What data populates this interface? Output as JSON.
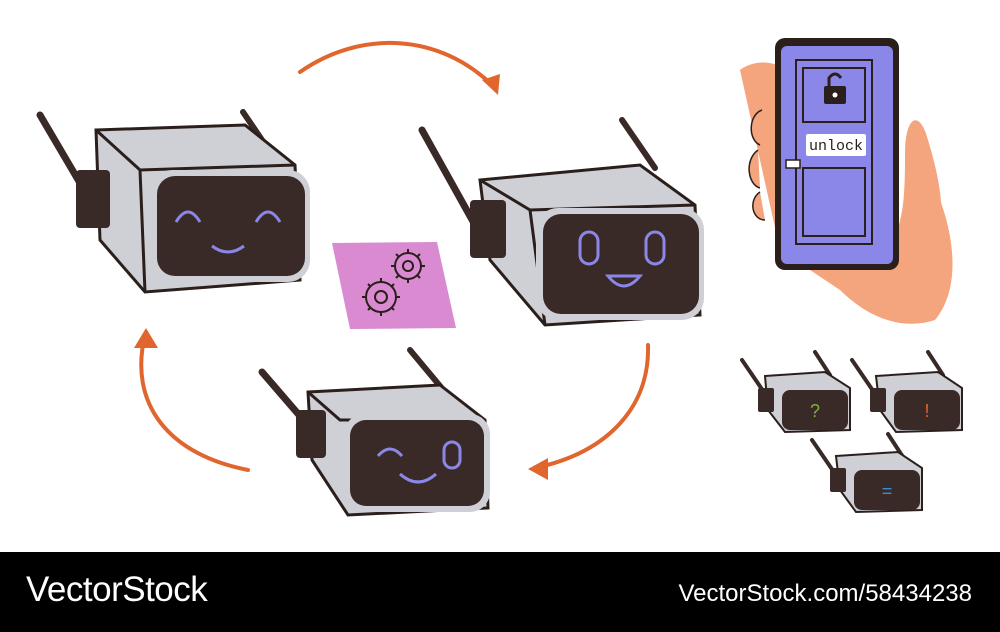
{
  "illustration": {
    "phone": {
      "lock_field_label": "unlock"
    },
    "mini_robots": [
      {
        "symbol": "?",
        "color": "#7fb23a"
      },
      {
        "symbol": "!",
        "color": "#e0662e"
      },
      {
        "symbol": "=",
        "color": "#3a8fd0"
      }
    ],
    "gear_card_icon": "gears-icon",
    "cycle_arrow_color": "#e0662e"
  },
  "colors": {
    "robot_body": "#cfcfd6",
    "robot_outline": "#2b1f1c",
    "robot_face": "#3a2a27",
    "robot_features": "#8b87e8",
    "phone_screen": "#8b87e8",
    "gear_card": "#d98ad0",
    "hand": "#f4a57d"
  },
  "footer": {
    "brand": "VectorStock",
    "image_id": "VectorStock.com/58434238"
  }
}
